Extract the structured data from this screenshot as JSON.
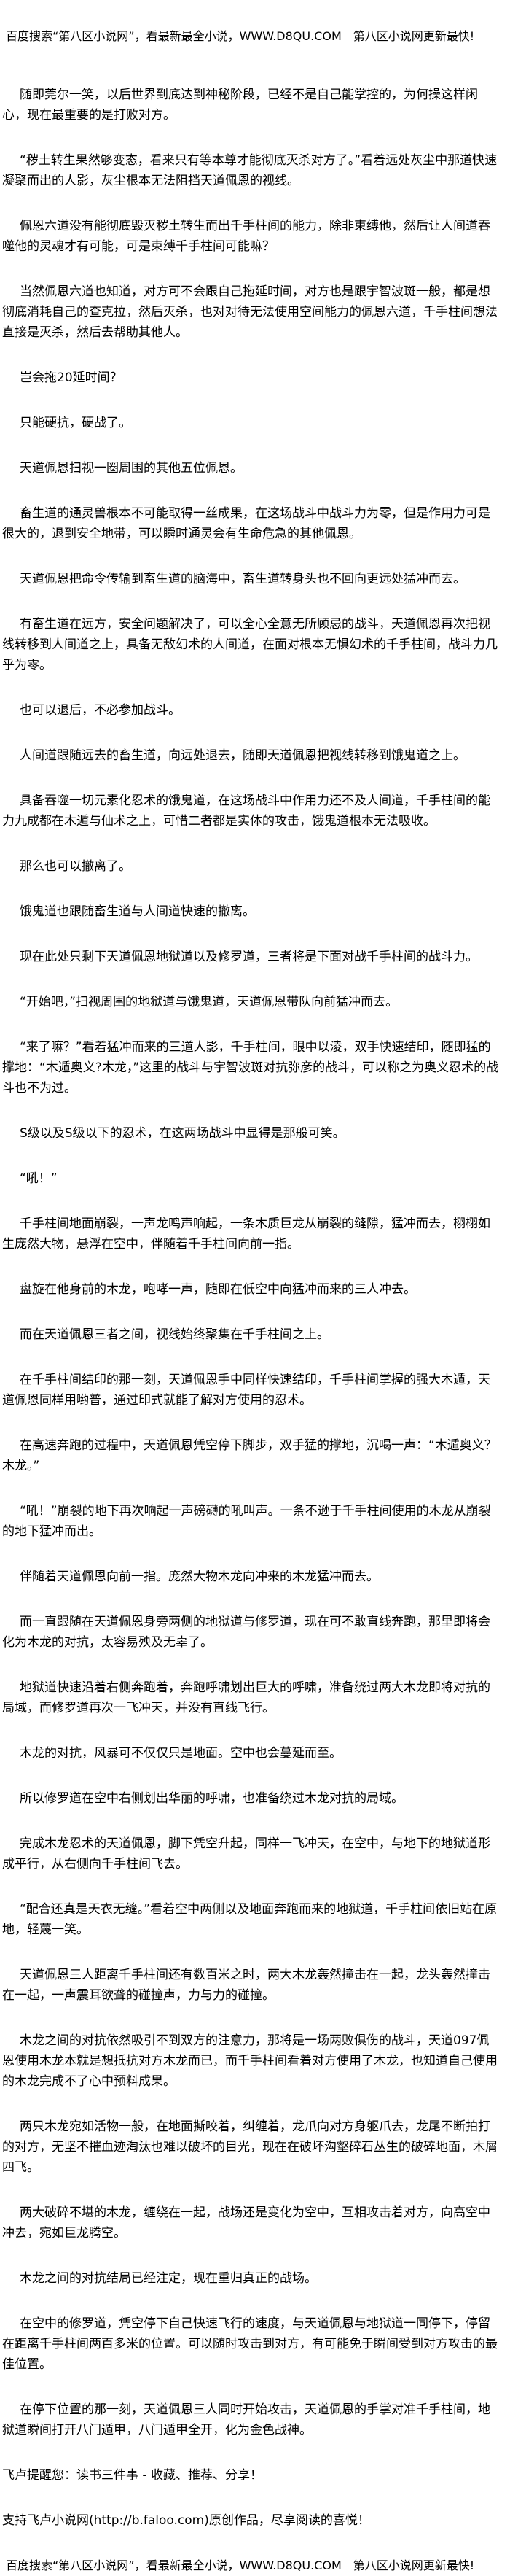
{
  "banner": {
    "text": "百度搜索“第八区小说网”，看最新最全小说，WWW.D8QU.COM　第八区小说网更新最快!"
  },
  "paragraphs": [
    "随即莞尔一笑，以后世界到底达到神秘阶段，已经不是自己能掌控的，为何操这样闲心，现在最重要的是打败对方。",
    "“秽土转生果然够变态，看来只有等本尊才能彻底灭杀对方了。”看着远处灰尘中那道快速凝聚而出的人影，灰尘根本无法阻挡天道佩恩的视线。",
    "佩恩六道没有能彻底毁灭秽土转生而出千手柱间的能力，除非束缚他，然后让人间道吞噬他的灵魂才有可能，可是束缚千手柱间可能嘛？",
    "当然佩恩六道也知道，对方可不会跟自己拖延时间，对方也是跟宇智波斑一般，都是想彻底消耗自己的查克拉，然后灭杀，也对对待无法使用空间能力的佩恩六道，千手柱间想法直接是灭杀，然后去帮助其他人。",
    "岂会拖20延时间？",
    "只能硬抗，硬战了。",
    "天道佩恩扫视一圈周围的其他五位佩恩。",
    "畜生道的通灵兽根本不可能取得一丝成果，在这场战斗中战斗力为零，但是作用力可是很大的，退到安全地带，可以瞬时通灵会有生命危急的其他佩恩。",
    "天道佩恩把命令传输到畜生道的脑海中，畜生道转身头也不回向更远处猛冲而去。",
    "有畜生道在远方，安全问题解决了，可以全心全意无所顾忌的战斗，天道佩恩再次把视线转移到人间道之上，具备无敌幻术的人间道，在面对根本无惧幻术的千手柱间，战斗力几乎为零。",
    "也可以退后，不必参加战斗。",
    "人间道跟随远去的畜生道，向远处退去，随即天道佩恩把视线转移到饿鬼道之上。",
    "具备吞噬一切元素化忍术的饿鬼道，在这场战斗中作用力还不及人间道，千手柱间的能力九成都在木遁与仙术之上，可惜二者都是实体的攻击，饿鬼道根本无法吸收。",
    "那么也可以撤离了。",
    "饿鬼道也跟随畜生道与人间道快速的撤离。",
    "现在此处只剩下天道佩恩地狱道以及修罗道，三者将是下面对战千手柱间的战斗力。",
    "“开始吧，”扫视周围的地狱道与饿鬼道，天道佩恩带队向前猛冲而去。",
    "“来了嘛？”看着猛冲而来的三道人影，千手柱间，眼中以淩，双手快速结印，随即猛的撑地：“木遁奥义?木龙，”这里的战斗与宇智波斑对抗弥彦的战斗，可以称之为奥义忍术的战斗也不为过。",
    "S级以及S级以下的忍术，在这两场战斗中显得是那般可笑。",
    "“吼！”",
    "千手柱间地面崩裂，一声龙鸣声响起，一条木质巨龙从崩裂的缝隙，猛冲而去，栩栩如生庞然大物，悬浮在空中，伴随着千手柱间向前一指。",
    "盘旋在他身前的木龙，咆哮一声，随即在低空中向猛冲而来的三人冲去。",
    "而在天道佩恩三者之间，视线始终聚集在千手柱间之上。",
    "在千手柱间结印的那一刻，天道佩恩手中同样快速结印，千手柱间掌握的强大木遁，天道佩恩同样用哟普，通过印式就能了解对方使用的忍术。",
    "在高速奔跑的过程中，天道佩恩凭空停下脚步，双手猛的撑地，沉喝一声：“木遁奥义？木龙。”",
    "“吼！”崩裂的地下再次响起一声磅礴的吼叫声。一条不逊于千手柱间使用的木龙从崩裂的地下猛冲而出。",
    "伴随着天道佩恩向前一指。庞然大物木龙向冲来的木龙猛冲而去。",
    "而一直跟随在天道佩恩身旁两侧的地狱道与修罗道，现在可不敢直线奔跑，那里即将会化为木龙的对抗，太容易殃及无辜了。",
    "地狱道快速沿着右侧奔跑着，奔跑呼啸划出巨大的呼啸，准备绕过两大木龙即将对抗的局域，而修罗道再次一飞冲天，并没有直线飞行。",
    "木龙的对抗，风暴可不仅仅只是地面。空中也会蔓延而至。",
    "所以修罗道在空中右侧划出华丽的呼啸，也准备绕过木龙对抗的局域。",
    "完成木龙忍术的天道佩恩，脚下凭空升起，同样一飞冲天，在空中，与地下的地狱道形成平行，从右侧向千手柱间飞去。",
    "“配合还真是天衣无缝。”看着空中两侧以及地面奔跑而来的地狱道，千手柱间依旧站在原地，轻蔑一笑。",
    "天道佩恩三人距离千手柱间还有数百米之时，两大木龙轰然撞击在一起，龙头轰然撞击在一起，一声震耳欲聋的碰撞声，力与力的碰撞。",
    "木龙之间的对抗依然吸引不到双方的注意力，那将是一场两败俱伤的战斗，天道097佩恩使用木龙本就是想抵抗对方木龙而已，而千手柱间看着对方使用了木龙，也知道自己使用的木龙完成不了心中预料成果。",
    "两只木龙宛如活物一般，在地面撕咬着，纠缠着，龙爪向对方身躯爪去，龙尾不断拍打的对方，无坚不摧血迹淘汰也难以破坏的目光，现在在破坏沟壑碎石丛生的破碎地面，木屑四飞。",
    "两大破碎不堪的木龙，缠绕在一起，战场还是变化为空中，互相攻击着对方，向高空中冲去，宛如巨龙腾空。",
    "木龙之间的对抗结局已经注定，现在重归真正的战场。",
    "在空中的修罗道，凭空停下自己快速飞行的速度，与天道佩恩与地狱道一同停下，停留在距离千手柱间两百多米的位置。可以随时攻击到对方，有可能免于瞬间受到对方攻击的最佳位置。",
    "在停下位置的那一刻，天道佩恩三人同时开始攻击，天道佩恩的手掌对准千手柱间，地狱道瞬间打开八门遁甲，八门遁甲全开，化为金色战神。"
  ],
  "footer": {
    "reminder": "飞卢提醒您：读书三件事 - 收藏、推荐、分享！",
    "support": "支持飞卢小说网(http://b.faloo.com)原创作品，尽享阅读的喜悦！"
  },
  "banner_bottom": {
    "text": "百度搜索“第八区小说网”，看最新最全小说，WWW.D8QU.COM　第八区小说网更新最快!"
  }
}
